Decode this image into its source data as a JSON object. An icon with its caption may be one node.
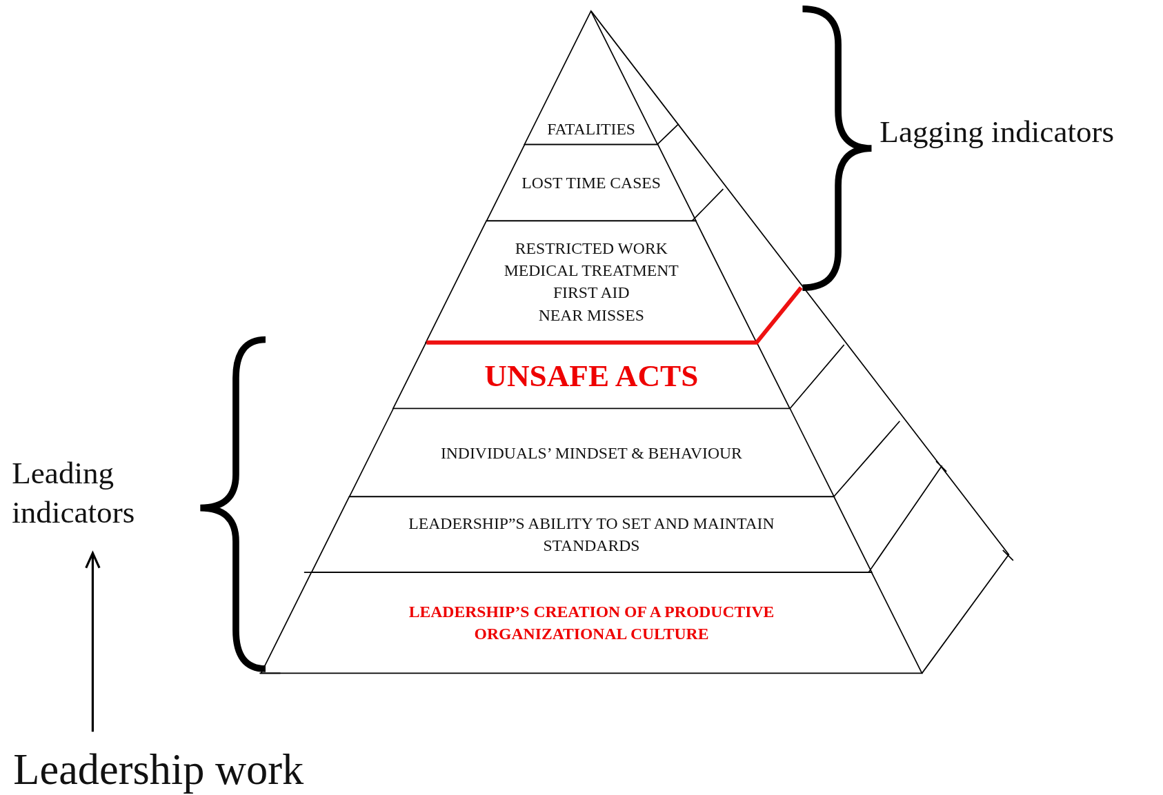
{
  "diagram": {
    "nodes": [
      {
        "text": [
          "FATALITIES"
        ]
      },
      {
        "text": [
          "LOST TIME CASES"
        ]
      },
      {
        "text": [
          "RESTRICTED WORK",
          "MEDICAL TREATMENT",
          "FIRST AID",
          "NEAR MISSES"
        ]
      },
      {
        "text": [
          "UNSAFE ACTS"
        ]
      },
      {
        "text": [
          "INDIVIDUALS’ MINDSET & BEHAVIOUR"
        ]
      },
      {
        "text": [
          "LEADERSHIP”S ABILITY TO SET AND MAINTAIN STANDARDS"
        ]
      },
      {
        "text": [
          "LEADERSHIP’S CREATION OF A PRODUCTIVE ORGANIZATIONAL CULTURE"
        ]
      }
    ],
    "labels": [
      "Lagging indicators",
      "Leading indicators",
      "Leadership work"
    ]
  }
}
